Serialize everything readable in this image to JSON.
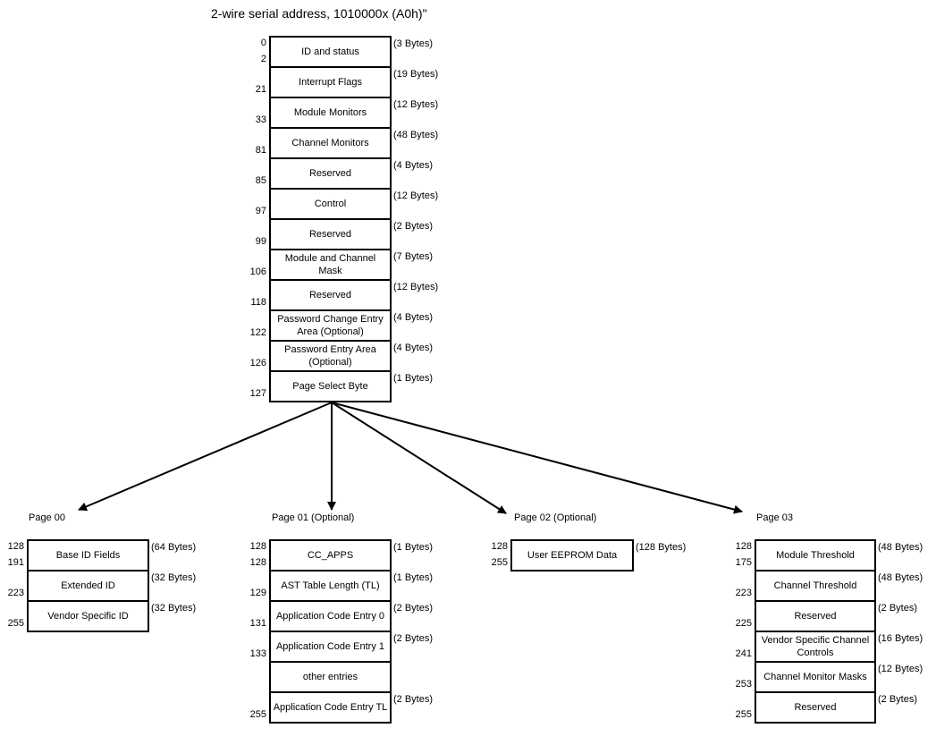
{
  "title": "2-wire serial address, 1010000x (A0h)\"",
  "lower_page": {
    "rows": [
      {
        "label": "ID and status",
        "size": "(3 Bytes)",
        "start": "0",
        "end": "2"
      },
      {
        "label": "Interrupt Flags",
        "size": "(19 Bytes)",
        "start": "",
        "end": "21"
      },
      {
        "label": "Module Monitors",
        "size": "(12 Bytes)",
        "start": "",
        "end": "33"
      },
      {
        "label": "Channel Monitors",
        "size": "(48 Bytes)",
        "start": "",
        "end": "81"
      },
      {
        "label": "Reserved",
        "size": "(4 Bytes)",
        "start": "",
        "end": "85"
      },
      {
        "label": "Control",
        "size": "(12 Bytes)",
        "start": "",
        "end": "97"
      },
      {
        "label": "Reserved",
        "size": "(2 Bytes)",
        "start": "",
        "end": "99"
      },
      {
        "label": "Module  and Channel Mask",
        "size": "(7 Bytes)",
        "start": "",
        "end": "106"
      },
      {
        "label": "Reserved",
        "size": "(12 Bytes)",
        "start": "",
        "end": "118"
      },
      {
        "label": "Password Change Entry Area (Optional)",
        "size": "(4 Bytes)",
        "start": "",
        "end": "122"
      },
      {
        "label": "Password Entry Area (Optional)",
        "size": "(4 Bytes)",
        "start": "",
        "end": "126"
      },
      {
        "label": "Page Select Byte",
        "size": "(1 Bytes)",
        "start": "",
        "end": "127"
      }
    ]
  },
  "pages": [
    {
      "title": "Page 00",
      "rows": [
        {
          "label": "Base ID Fields",
          "size": "(64 Bytes)",
          "start": "128",
          "end": "191"
        },
        {
          "label": "Extended ID",
          "size": "(32 Bytes)",
          "start": "",
          "end": "223"
        },
        {
          "label": "Vendor Specific ID",
          "size": "(32 Bytes)",
          "start": "",
          "end": "255"
        }
      ]
    },
    {
      "title": "Page 01 (Optional)",
      "rows": [
        {
          "label": "CC_APPS",
          "size": "(1 Bytes)",
          "start": "128",
          "end": "128"
        },
        {
          "label": "AST Table Length (TL)",
          "size": "(1 Bytes)",
          "start": "",
          "end": "129"
        },
        {
          "label": "Application Code Entry 0",
          "size": "(2 Bytes)",
          "start": "",
          "end": "131"
        },
        {
          "label": "Application Code Entry 1",
          "size": "(2 Bytes)",
          "start": "",
          "end": "133"
        },
        {
          "label": "other entries",
          "size": "",
          "start": "",
          "end": ""
        },
        {
          "label": "Application Code Entry TL",
          "size": "(2 Bytes)",
          "start": "",
          "end": "255"
        }
      ]
    },
    {
      "title": "Page 02 (Optional)",
      "rows": [
        {
          "label": "User EEPROM Data",
          "size": "(128 Bytes)",
          "start": "128",
          "end": "255"
        }
      ]
    },
    {
      "title": "Page 03",
      "rows": [
        {
          "label": "Module Threshold",
          "size": "(48 Bytes)",
          "start": "128",
          "end": "175"
        },
        {
          "label": "Channel Threshold",
          "size": "(48 Bytes)",
          "start": "",
          "end": "223"
        },
        {
          "label": "Reserved",
          "size": "(2 Bytes)",
          "start": "",
          "end": "225"
        },
        {
          "label": "Vendor Specific Channel Controls",
          "size": "(16 Bytes)",
          "start": "",
          "end": "241"
        },
        {
          "label": "Channel Monitor Masks",
          "size": "(12 Bytes)",
          "start": "",
          "end": "253"
        },
        {
          "label": "Reserved",
          "size": "(2 Bytes)",
          "start": "",
          "end": "255"
        }
      ]
    }
  ]
}
